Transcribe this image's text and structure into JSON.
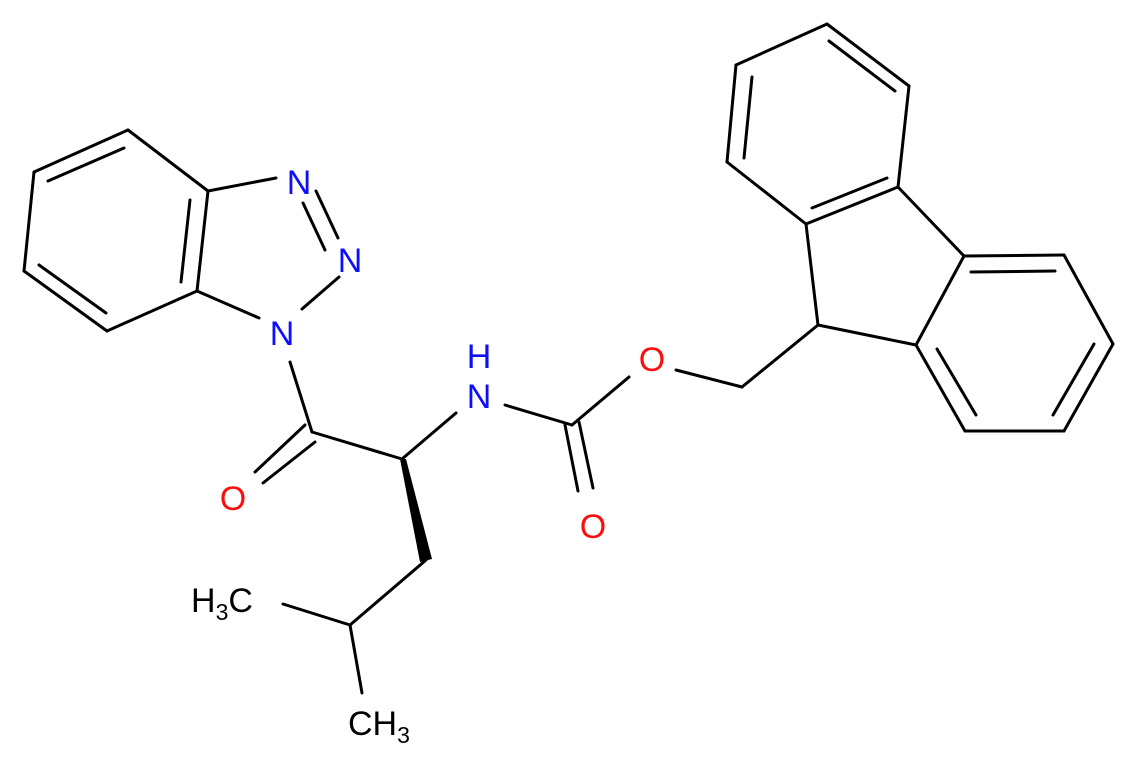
{
  "colors": {
    "bond": "#000000",
    "nitrogen": "#0d0dff",
    "oxygen": "#ff0d0d",
    "carbon": "#000000"
  },
  "labels": {
    "n1": "N",
    "n2": "N",
    "n3": "N",
    "nh_n": "N",
    "nh_h": "H",
    "o_ketone": "O",
    "o_carbamate": "O",
    "o_ester": "O",
    "ch3_top": {
      "prefix": "H",
      "sub": "3",
      "suffix": "C"
    },
    "ch3_bottom": {
      "prefix": "CH",
      "sub": "3"
    }
  }
}
